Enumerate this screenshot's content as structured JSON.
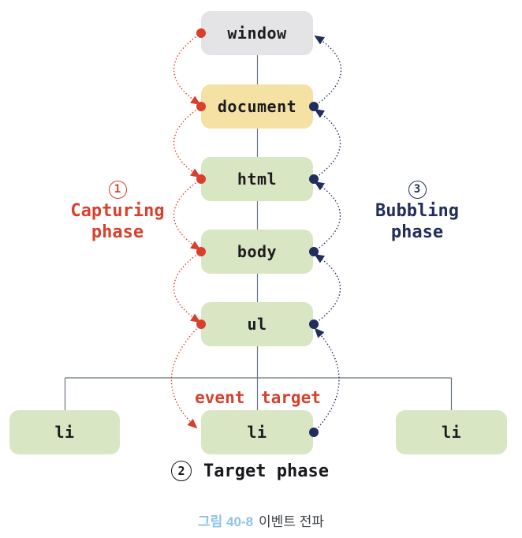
{
  "colors": {
    "red": "#d8402c",
    "navy": "#212d5c",
    "node-green": "#d9e6c4",
    "node-gray": "#e4e4e6",
    "node-tan": "#f6e1a4",
    "node-text": "#1c1c1e",
    "line": "#6a7383",
    "caption-blue": "#8cc3ec",
    "caption-text": "#3f4247"
  },
  "nodes": {
    "window": {
      "label": "window"
    },
    "document": {
      "label": "document"
    },
    "html": {
      "label": "html"
    },
    "body": {
      "label": "body"
    },
    "ul": {
      "label": "ul"
    },
    "li_left": {
      "label": "li"
    },
    "li_target": {
      "label": "li"
    },
    "li_right": {
      "label": "li"
    }
  },
  "annotations": {
    "capturing": {
      "number": "1",
      "label": "Capturing phase"
    },
    "bubbling": {
      "number": "3",
      "label": "Bubbling phase"
    },
    "target": {
      "number": "2",
      "label": "Target phase"
    },
    "event_target": "event target"
  },
  "caption": {
    "figure_label": "그림 40-8",
    "figure_title": "이벤트 전파"
  }
}
